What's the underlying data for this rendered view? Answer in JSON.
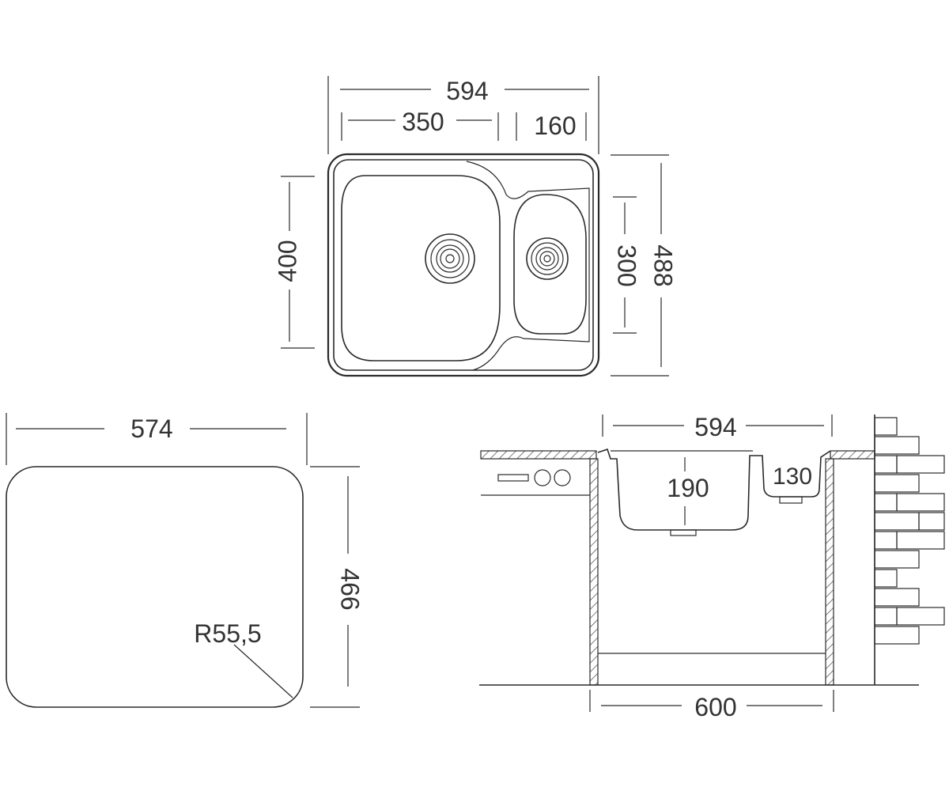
{
  "top_view": {
    "overall_width": "594",
    "main_bowl_width": "350",
    "small_bowl_width": "160",
    "main_bowl_length": "400",
    "small_bowl_length": "300",
    "overall_length": "488"
  },
  "cutout": {
    "width": "574",
    "length": "466",
    "corner_radius": "R55,5"
  },
  "section": {
    "sink_width": "594",
    "cabinet_width": "600",
    "main_bowl_depth": "190",
    "small_bowl_depth": "130"
  }
}
